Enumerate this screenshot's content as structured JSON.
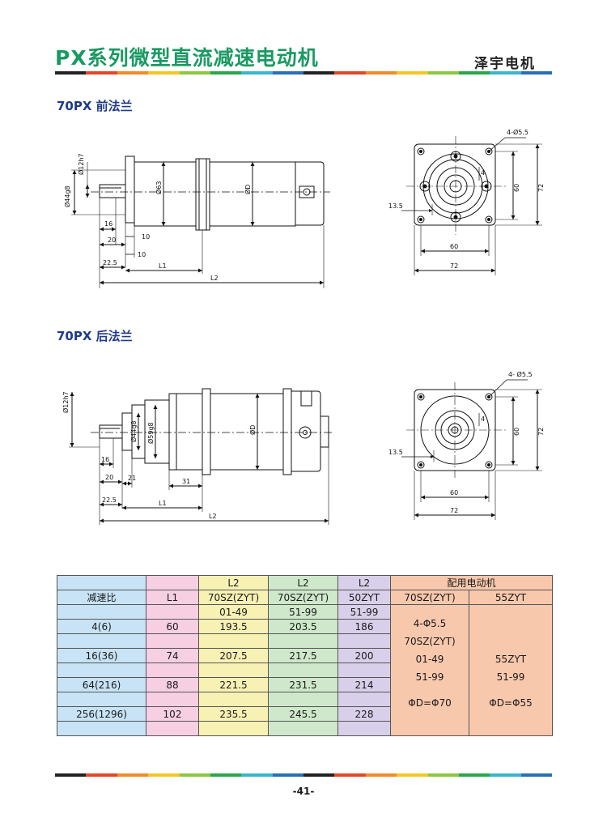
{
  "header": {
    "title": "PX系列微型直流减速电动机",
    "brand": "泽宇电机"
  },
  "stripe_colors": [
    "#222222",
    "#e2472b",
    "#f08c2a",
    "#f3c623",
    "#8cc63f",
    "#2aa64a",
    "#39b5cf",
    "#2a6eb8",
    "#222222",
    "#e2472b",
    "#f08c2a",
    "#f3c623",
    "#8cc63f",
    "#2aa64a",
    "#39b5cf",
    "#2a6eb8"
  ],
  "section_front": {
    "title": "70PX 前法兰",
    "side_view": {
      "dia_shaft": "Ø12h7",
      "dia_pilot": "Ø44g8",
      "dia_gear": "Ø63",
      "dia_motor": "ØD",
      "dim_16": "16",
      "dim_20": "20",
      "dim_10a": "10",
      "dim_10b": "10",
      "dim_22_5": "22.5",
      "dim_L1": "L1",
      "dim_L2": "L2"
    },
    "end_view": {
      "holes": "4-Ø5.5",
      "dim_4": "4",
      "dim_13_5": "13.5",
      "dim_60h": "60",
      "dim_72h": "72",
      "dim_60v": "60",
      "dim_72v": "72"
    }
  },
  "section_rear": {
    "title": "70PX 后法兰",
    "side_view": {
      "dia_shaft": "Ø12h7",
      "dia_pilot": "Ø44g8",
      "dia_flange": "Ø59g8",
      "dia_motor": "ØD",
      "dim_16": "16",
      "dim_20": "20",
      "dim_21": "21",
      "dim_31": "31",
      "dim_22_5": "22.5",
      "dim_L1": "L1",
      "dim_L2": "L2"
    },
    "end_view": {
      "holes": "4- Ø5.5",
      "dim_4": "4",
      "dim_13_5": "13.5",
      "dim_60h": "60",
      "dim_72h": "72",
      "dim_60v": "60",
      "dim_72v": "72"
    }
  },
  "table": {
    "h_l2": "L2",
    "h_motor": "配用电动机",
    "h_ratio": "减速比",
    "h_l1": "L1",
    "h_70sz_a": "70SZ(ZYT)",
    "h_70sz_b": "70SZ(ZYT)",
    "h_50zyt": "50ZYT",
    "h_m70": "70SZ(ZYT)",
    "h_m55": "55ZYT",
    "range_a": "01-49",
    "range_b": "51-99",
    "range_c": "51-99",
    "rows": [
      {
        "ratio": "4(6)",
        "l1": "60",
        "a": "193.5",
        "b": "203.5",
        "c": "186"
      },
      {
        "ratio": "16(36)",
        "l1": "74",
        "a": "207.5",
        "b": "217.5",
        "c": "200"
      },
      {
        "ratio": "64(216)",
        "l1": "88",
        "a": "221.5",
        "b": "231.5",
        "c": "214"
      },
      {
        "ratio": "256(1296)",
        "l1": "102",
        "a": "235.5",
        "b": "245.5",
        "c": "228"
      }
    ],
    "motor70": {
      "holes": "4-Φ5.5",
      "model": "70SZ(ZYT)",
      "r1": "01-49",
      "r2": "51-99",
      "dia": "ΦD=Φ70"
    },
    "motor55": {
      "model": "55ZYT",
      "r": "51-99",
      "dia": "ΦD=Φ55"
    }
  },
  "page_number": "-41-"
}
